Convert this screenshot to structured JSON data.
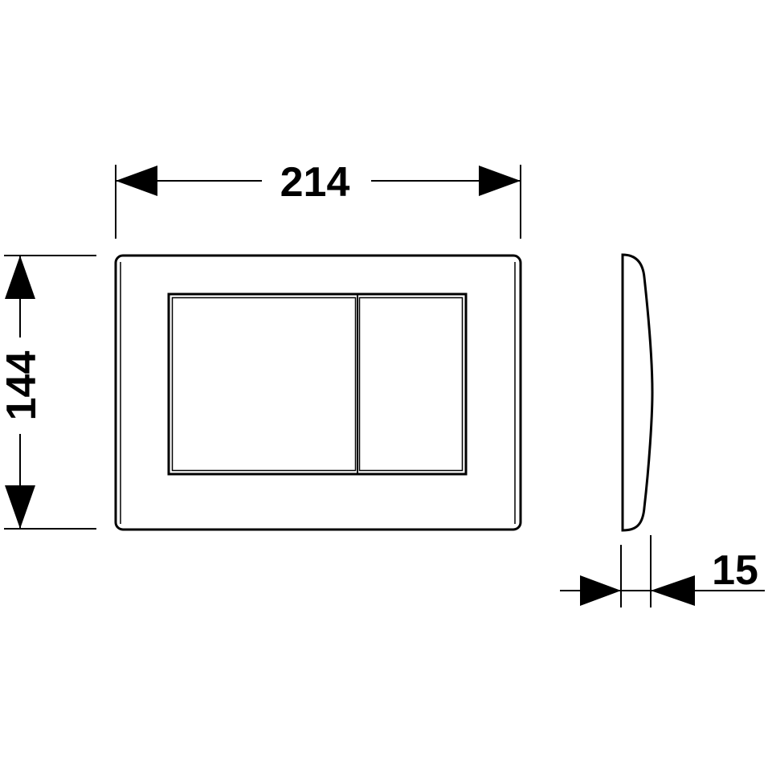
{
  "drawing": {
    "width_dimension": "214",
    "height_dimension": "144",
    "depth_dimension": "15",
    "line_color": "#000000",
    "background_color": "#ffffff"
  }
}
